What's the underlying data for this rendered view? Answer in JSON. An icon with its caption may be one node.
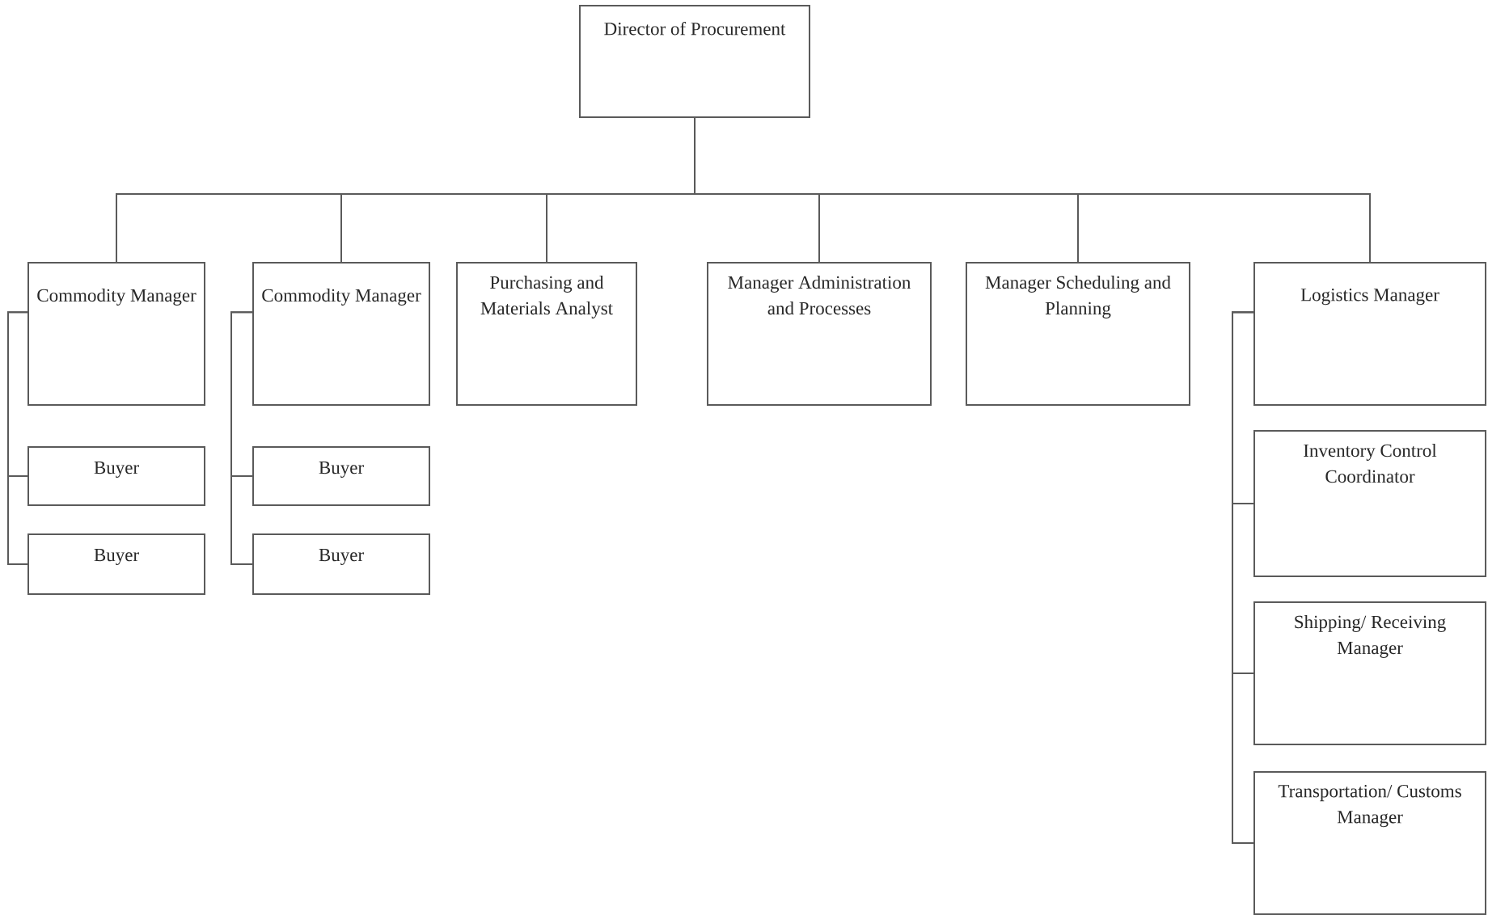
{
  "diagram": {
    "nodes": [
      {
        "text": [
          "Director of Procurement"
        ]
      },
      {
        "text": [
          "Commodity Manager"
        ]
      },
      {
        "text": [
          "Commodity Manager"
        ]
      },
      {
        "text": [
          "Purchasing and Materials Analyst"
        ]
      },
      {
        "text": [
          "Manager Administration and Processes"
        ]
      },
      {
        "text": [
          "Manager Scheduling and Planning"
        ]
      },
      {
        "text": [
          "Logistics Manager"
        ]
      },
      {
        "text": [
          "Buyer"
        ]
      },
      {
        "text": [
          "Buyer"
        ]
      },
      {
        "text": [
          "Buyer"
        ]
      },
      {
        "text": [
          "Buyer"
        ]
      },
      {
        "text": [
          "Inventory Control Coordinator"
        ]
      },
      {
        "text": [
          "Shipping/ Receiving Manager"
        ]
      },
      {
        "text": [
          "Transportation/ Customs Manager"
        ]
      }
    ],
    "edges": [
      {
        "from": 0,
        "to": 1,
        "arrow": "none"
      },
      {
        "from": 0,
        "to": 2,
        "arrow": "none"
      },
      {
        "from": 0,
        "to": 3,
        "arrow": "none"
      },
      {
        "from": 0,
        "to": 4,
        "arrow": "none"
      },
      {
        "from": 0,
        "to": 5,
        "arrow": "none"
      },
      {
        "from": 0,
        "to": 6,
        "arrow": "none"
      },
      {
        "from": 1,
        "to": 7,
        "arrow": "none"
      },
      {
        "from": 1,
        "to": 8,
        "arrow": "none"
      },
      {
        "from": 2,
        "to": 9,
        "arrow": "none"
      },
      {
        "from": 2,
        "to": 10,
        "arrow": "none"
      },
      {
        "from": 6,
        "to": 11,
        "arrow": "none"
      },
      {
        "from": 6,
        "to": 12,
        "arrow": "none"
      },
      {
        "from": 6,
        "to": 13,
        "arrow": "none"
      }
    ]
  }
}
